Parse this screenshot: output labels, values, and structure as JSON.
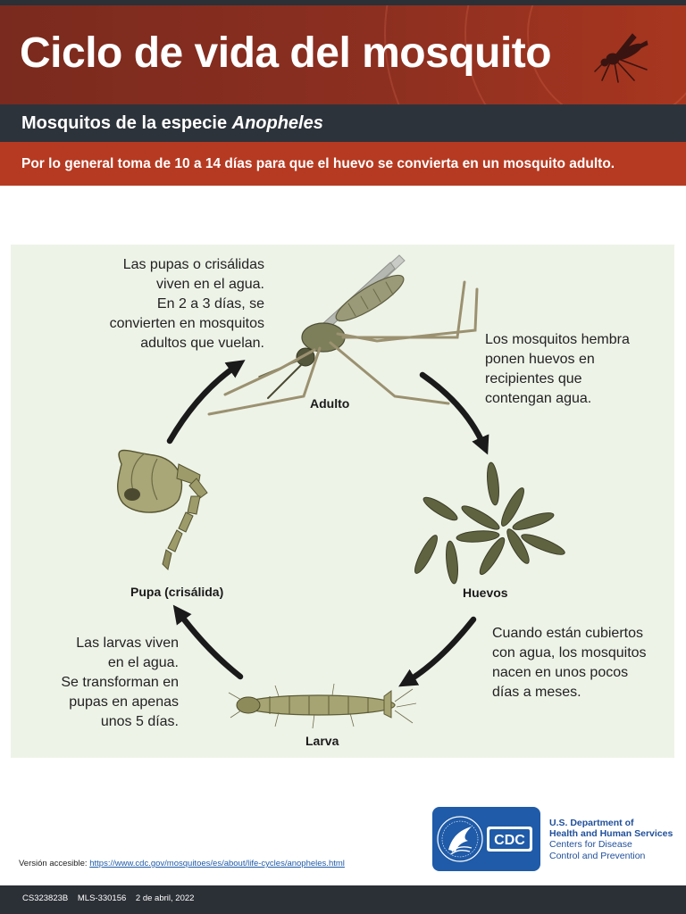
{
  "header": {
    "title": "Ciclo de vida del mosquito",
    "subtitle_prefix": "Mosquitos de la especie ",
    "subtitle_species": "Anopheles",
    "info": "Por lo general toma de 10 a 14 días para que el huevo se convierta en un mosquito adulto."
  },
  "diagram": {
    "stages": {
      "adult": "Adulto",
      "eggs": "Huevos",
      "larva": "Larva",
      "pupa": "Pupa (crisálida)"
    },
    "notes": {
      "pupa_to_adult": [
        "Las pupas o crisálidas",
        "viven en el agua.",
        "En 2 a 3 días, se",
        "convierten en mosquitos",
        "adultos que vuelan."
      ],
      "adult_to_eggs": [
        "Los mosquitos hembra",
        "ponen huevos en",
        "recipientes que",
        "contengan agua."
      ],
      "eggs_to_larva": [
        "Cuando están cubiertos",
        "con agua, los mosquitos",
        "nacen en unos pocos",
        "días a meses."
      ],
      "larva_to_pupa": [
        "Las larvas viven",
        "en el agua.",
        "Se transforman en",
        "pupas en apenas",
        "unos 5 días."
      ]
    }
  },
  "logo": {
    "cdc_text": "CDC",
    "hhs_line1": "U.S. Department of",
    "hhs_line2": "Health and Human Services",
    "hhs_line3": "Centers for Disease",
    "hhs_line4": "Control and Prevention"
  },
  "accessible": {
    "label": "Versión accesible: ",
    "url": "https://www.cdc.gov/mosquitoes/es/about/life-cycles/anopheles.html"
  },
  "footer": {
    "code1": "CS323823B",
    "code2": "MLS-330156",
    "date": "2 de abril, 2022"
  },
  "colors": {
    "title_band": "#8c2f20",
    "subtitle_band": "#2d333b",
    "info_band": "#b63a22",
    "panel": "#eef3e8",
    "arrow": "#1a1a1a",
    "cdc_blue": "#1f5ba8"
  },
  "icons": [
    "mosquito-silhouette-icon",
    "adult-mosquito-icon",
    "eggs-icon",
    "larva-icon",
    "pupa-icon",
    "cycle-arrow-icon",
    "hhs-eagle-icon"
  ]
}
